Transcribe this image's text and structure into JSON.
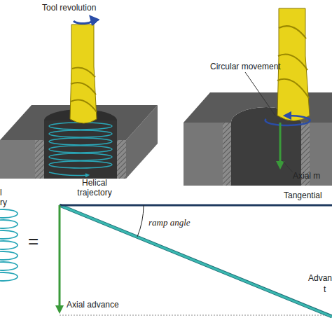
{
  "diagram": {
    "labels": [
      "Tool revolution",
      "Helical trajectory",
      "Circular movement",
      "Axial m",
      "l",
      "ry",
      "=",
      "Tangential",
      "ramp angle",
      "Advan",
      "t",
      "Axial advance"
    ]
  }
}
